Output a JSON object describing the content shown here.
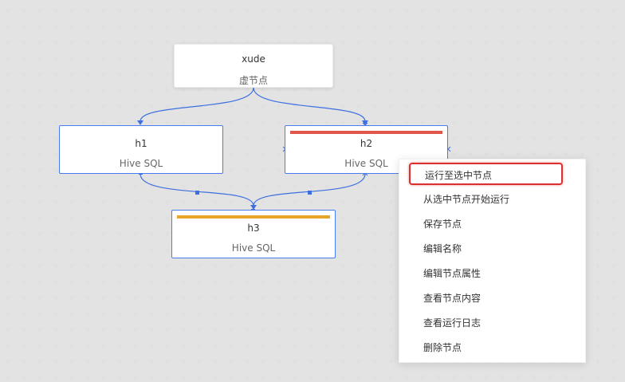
{
  "colors": {
    "edge": "#3d6fe0",
    "node_border": "#4a7bf0",
    "status_failed": "#e0574a",
    "status_running": "#e8a52b",
    "highlight": "#d93030",
    "grid_plus": "#dddddd"
  },
  "nodes": {
    "xude": {
      "title": "xude",
      "subtitle": "虚节点"
    },
    "h1": {
      "title": "h1",
      "subtitle": "Hive SQL"
    },
    "h2": {
      "title": "h2",
      "subtitle": "Hive SQL",
      "status": "failed"
    },
    "h3": {
      "title": "h3",
      "subtitle": "Hive SQL",
      "status": "running"
    }
  },
  "edges": [
    {
      "from": "xude",
      "to": "h1"
    },
    {
      "from": "xude",
      "to": "h2"
    },
    {
      "from": "h1",
      "to": "h3"
    },
    {
      "from": "h2",
      "to": "h3"
    }
  ],
  "context_menu": {
    "items": [
      {
        "label": "运行至选中节点",
        "highlighted": true
      },
      {
        "label": "从选中节点开始运行"
      },
      {
        "label": "保存节点"
      },
      {
        "label": "编辑名称"
      },
      {
        "label": "编辑节点属性"
      },
      {
        "label": "查看节点内容"
      },
      {
        "label": "查看运行日志"
      },
      {
        "label": "删除节点"
      }
    ]
  }
}
